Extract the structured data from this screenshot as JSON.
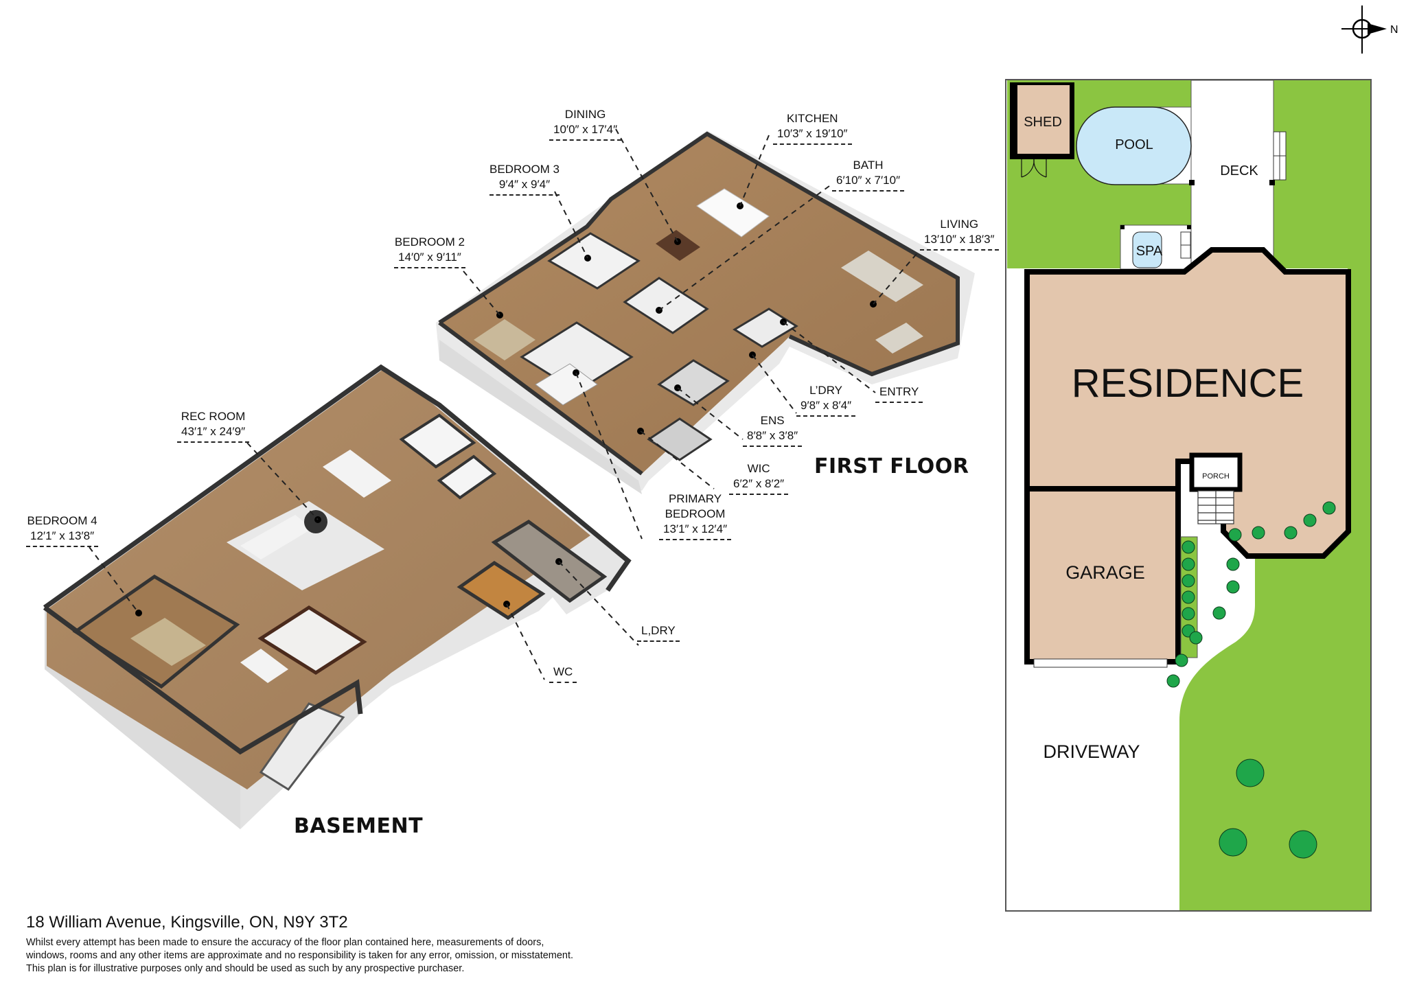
{
  "property": {
    "address": "18 William Avenue, Kingsville, ON, N9Y 3T2",
    "disclaimer": [
      "Whilst every attempt has been made to ensure the accuracy of the floor plan contained here, measurements of doors,",
      "windows, rooms and any other items are approximate and no responsibility is taken for any error, omission, or misstatement.",
      "This plan is for illustrative purposes only and should be used as such by any prospective purchaser."
    ]
  },
  "compass": {
    "label": "N",
    "icon": "north-arrow-icon"
  },
  "first_floor": {
    "title": "FIRST FLOOR",
    "rooms": [
      {
        "name": "DINING",
        "dims": "10′0″ x 17′4″"
      },
      {
        "name": "KITCHEN",
        "dims": "10′3″ x 19′10″"
      },
      {
        "name": "BEDROOM 3",
        "dims": "9′4″ x 9′4″"
      },
      {
        "name": "BATH",
        "dims": "6′10″ x 7′10″"
      },
      {
        "name": "BEDROOM 2",
        "dims": "14′0″ x 9′11″"
      },
      {
        "name": "LIVING",
        "dims": "13′10″ x 18′3″"
      },
      {
        "name": "ENTRY",
        "dims": ""
      },
      {
        "name": "L’DRY",
        "dims": "9′8″ x 8′4″"
      },
      {
        "name": "ENS",
        "dims": "8′8″ x 3′8″"
      },
      {
        "name": "WIC",
        "dims": "6′2″ x 8′2″"
      },
      {
        "name": "PRIMARY BEDROOM",
        "name_line1": "PRIMARY",
        "name_line2": "BEDROOM",
        "dims": "13′1″ x 12′4″"
      }
    ]
  },
  "basement": {
    "title": "BASEMENT",
    "rooms": [
      {
        "name": "REC ROOM",
        "dims": "43′1″ x 24′9″"
      },
      {
        "name": "BEDROOM 4",
        "dims": "12′1″ x 13′8″"
      },
      {
        "name": "L,DRY",
        "dims": ""
      },
      {
        "name": "WC",
        "dims": ""
      }
    ]
  },
  "site_plan": {
    "labels": {
      "shed": "SHED",
      "pool": "POOL",
      "deck": "DECK",
      "spa": "SPA",
      "residence": "RESIDENCE",
      "porch": "PORCH",
      "garage": "GARAGE",
      "driveway": "DRIVEWAY"
    },
    "colors": {
      "lawn": "#8bc541",
      "building": "#e3c6ad",
      "water": "#c9e8f8",
      "tree": "#1fa64a",
      "wall": "#000000"
    }
  }
}
